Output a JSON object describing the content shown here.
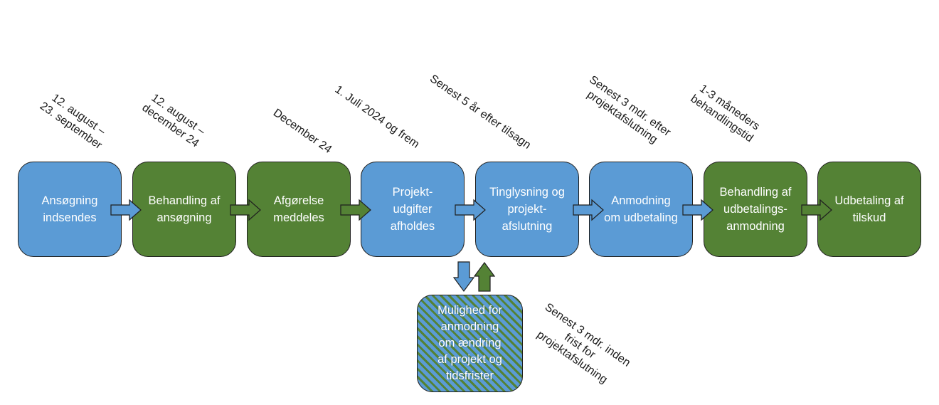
{
  "diagram": {
    "colors": {
      "blue": "#5b9bd5",
      "green": "#548235",
      "outline": "#1f1f1f",
      "text": "#1a1a1a"
    },
    "steps": [
      {
        "label": "Ansøgning\nindsendes",
        "color": "blue",
        "timing": "12. august –\n23. september"
      },
      {
        "label": "Behandling af\nansøgning",
        "color": "green",
        "timing": "12. august –\ndecember 24"
      },
      {
        "label": "Afgørelse\nmeddeles",
        "color": "green",
        "timing": "December 24"
      },
      {
        "label": "Projekt-\nudgifter\nafholdes",
        "color": "blue",
        "timing": "1. Juli 2024 og frem"
      },
      {
        "label": "Tinglysning og\nprojekt-\nafslutning",
        "color": "blue",
        "timing": "Senest 5 år efter tilsagn"
      },
      {
        "label": "Anmodning\nom udbetaling",
        "color": "blue",
        "timing": "Senest 3 mdr. efter\nprojektafslutning"
      },
      {
        "label": "Behandling af\nudbetalings-\nanmodning",
        "color": "green",
        "timing": "1-3 måneders\nbehandlingstid"
      },
      {
        "label": "Udbetaling af\ntilskud",
        "color": "green",
        "timing": ""
      }
    ],
    "arrows": [
      {
        "from": 0,
        "to": 1,
        "color": "blue"
      },
      {
        "from": 1,
        "to": 2,
        "color": "green"
      },
      {
        "from": 2,
        "to": 3,
        "color": "green"
      },
      {
        "from": 3,
        "to": 4,
        "color": "blue"
      },
      {
        "from": 4,
        "to": 5,
        "color": "blue"
      },
      {
        "from": 5,
        "to": 6,
        "color": "blue"
      },
      {
        "from": 6,
        "to": 7,
        "color": "green"
      }
    ],
    "side_step": {
      "label": "Mulighed for\nanmodning\nom ændring\naf projekt og\ntidsfrister",
      "fill": "striped blue/green",
      "timing": "Senest 3 mdr. inden\nfrist for\nprojektafslutning",
      "connected_to_step": 4,
      "arrow_down_color": "blue",
      "arrow_up_color": "green"
    }
  }
}
